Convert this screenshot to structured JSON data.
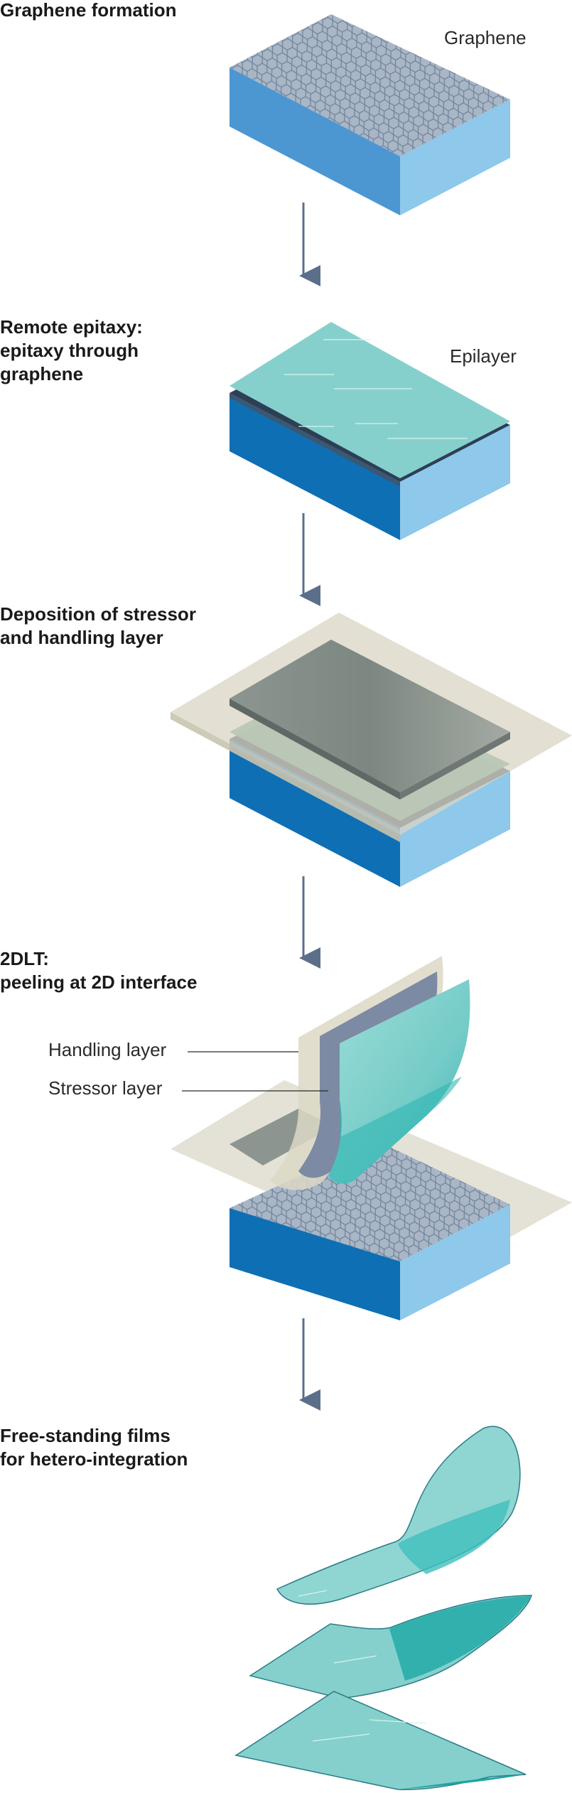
{
  "stages": [
    {
      "heading_lines": [
        "Graphene formation"
      ],
      "label": "Graphene"
    },
    {
      "heading_lines": [
        "Remote epitaxy:",
        "epitaxy through",
        "graphene"
      ],
      "label": "Epilayer"
    },
    {
      "heading_lines": [
        "Deposition of stressor",
        "and handling layer"
      ]
    },
    {
      "heading_lines": [
        "2DLT:",
        "peeling at 2D interface"
      ],
      "labels": [
        "Handling layer",
        "Stressor layer"
      ]
    },
    {
      "heading_lines": [
        "Free-standing films",
        "for hetero-integration"
      ]
    }
  ],
  "colors": {
    "substrate_top": "#9bb0c6",
    "substrate_front": "#0f6fb4",
    "substrate_side": "#8ec8ea",
    "graphene_hex": "#7d8fa6",
    "epilayer": "#85d0cd",
    "epilayer_dark": "#3fbfbd",
    "stressor": "#8a9490",
    "handling": "#d9d6c4",
    "arrow": "#5b6f8a"
  }
}
